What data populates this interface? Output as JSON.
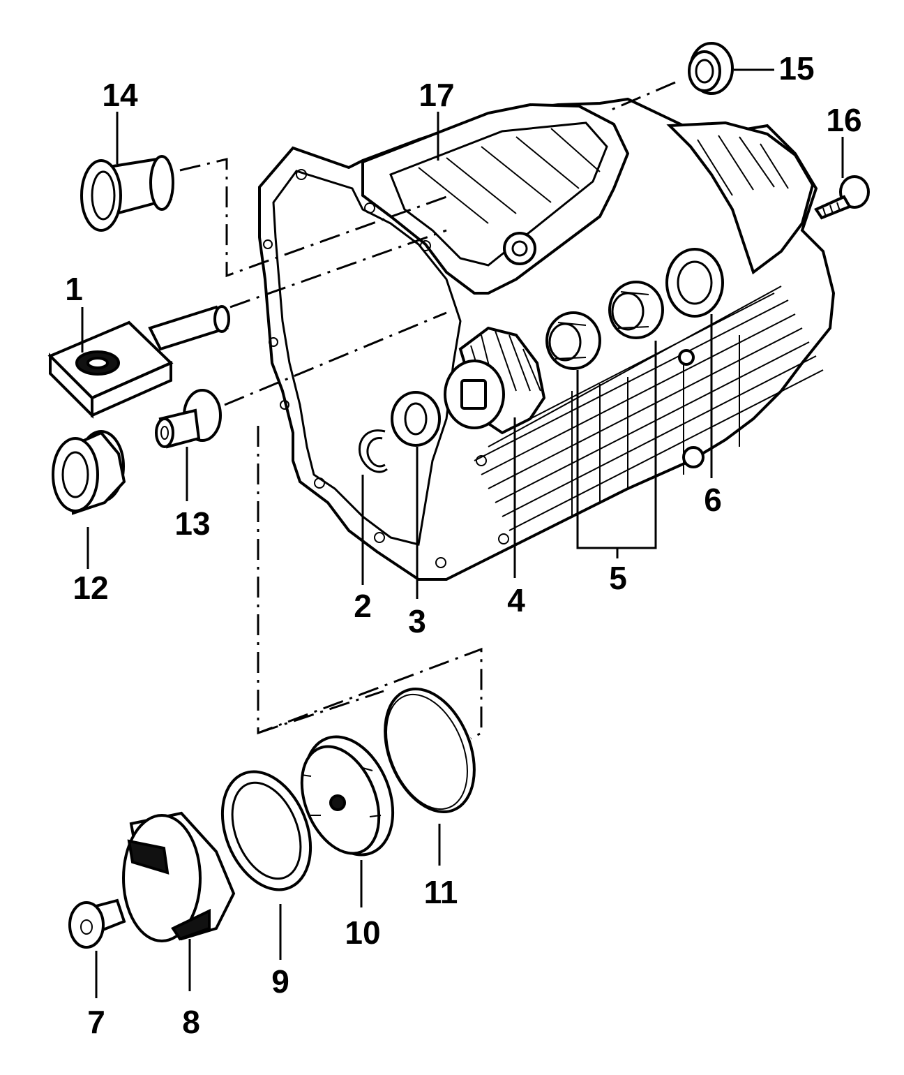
{
  "figure": {
    "callouts": [
      {
        "id": "p1",
        "text": "1"
      },
      {
        "id": "p2",
        "text": "2"
      },
      {
        "id": "p3",
        "text": "3"
      },
      {
        "id": "p4",
        "text": "4"
      },
      {
        "id": "p5",
        "text": "5"
      },
      {
        "id": "p6",
        "text": "6"
      },
      {
        "id": "p7",
        "text": "7"
      },
      {
        "id": "p8",
        "text": "8"
      },
      {
        "id": "p9",
        "text": "9"
      },
      {
        "id": "p10",
        "text": "10"
      },
      {
        "id": "p11",
        "text": "11"
      },
      {
        "id": "p12",
        "text": "12"
      },
      {
        "id": "p13",
        "text": "13"
      },
      {
        "id": "p14",
        "text": "14"
      },
      {
        "id": "p15",
        "text": "15"
      },
      {
        "id": "p16",
        "text": "16"
      },
      {
        "id": "p17",
        "text": "17"
      }
    ]
  },
  "colors": {
    "ink": "#000000",
    "paper": "#ffffff"
  }
}
